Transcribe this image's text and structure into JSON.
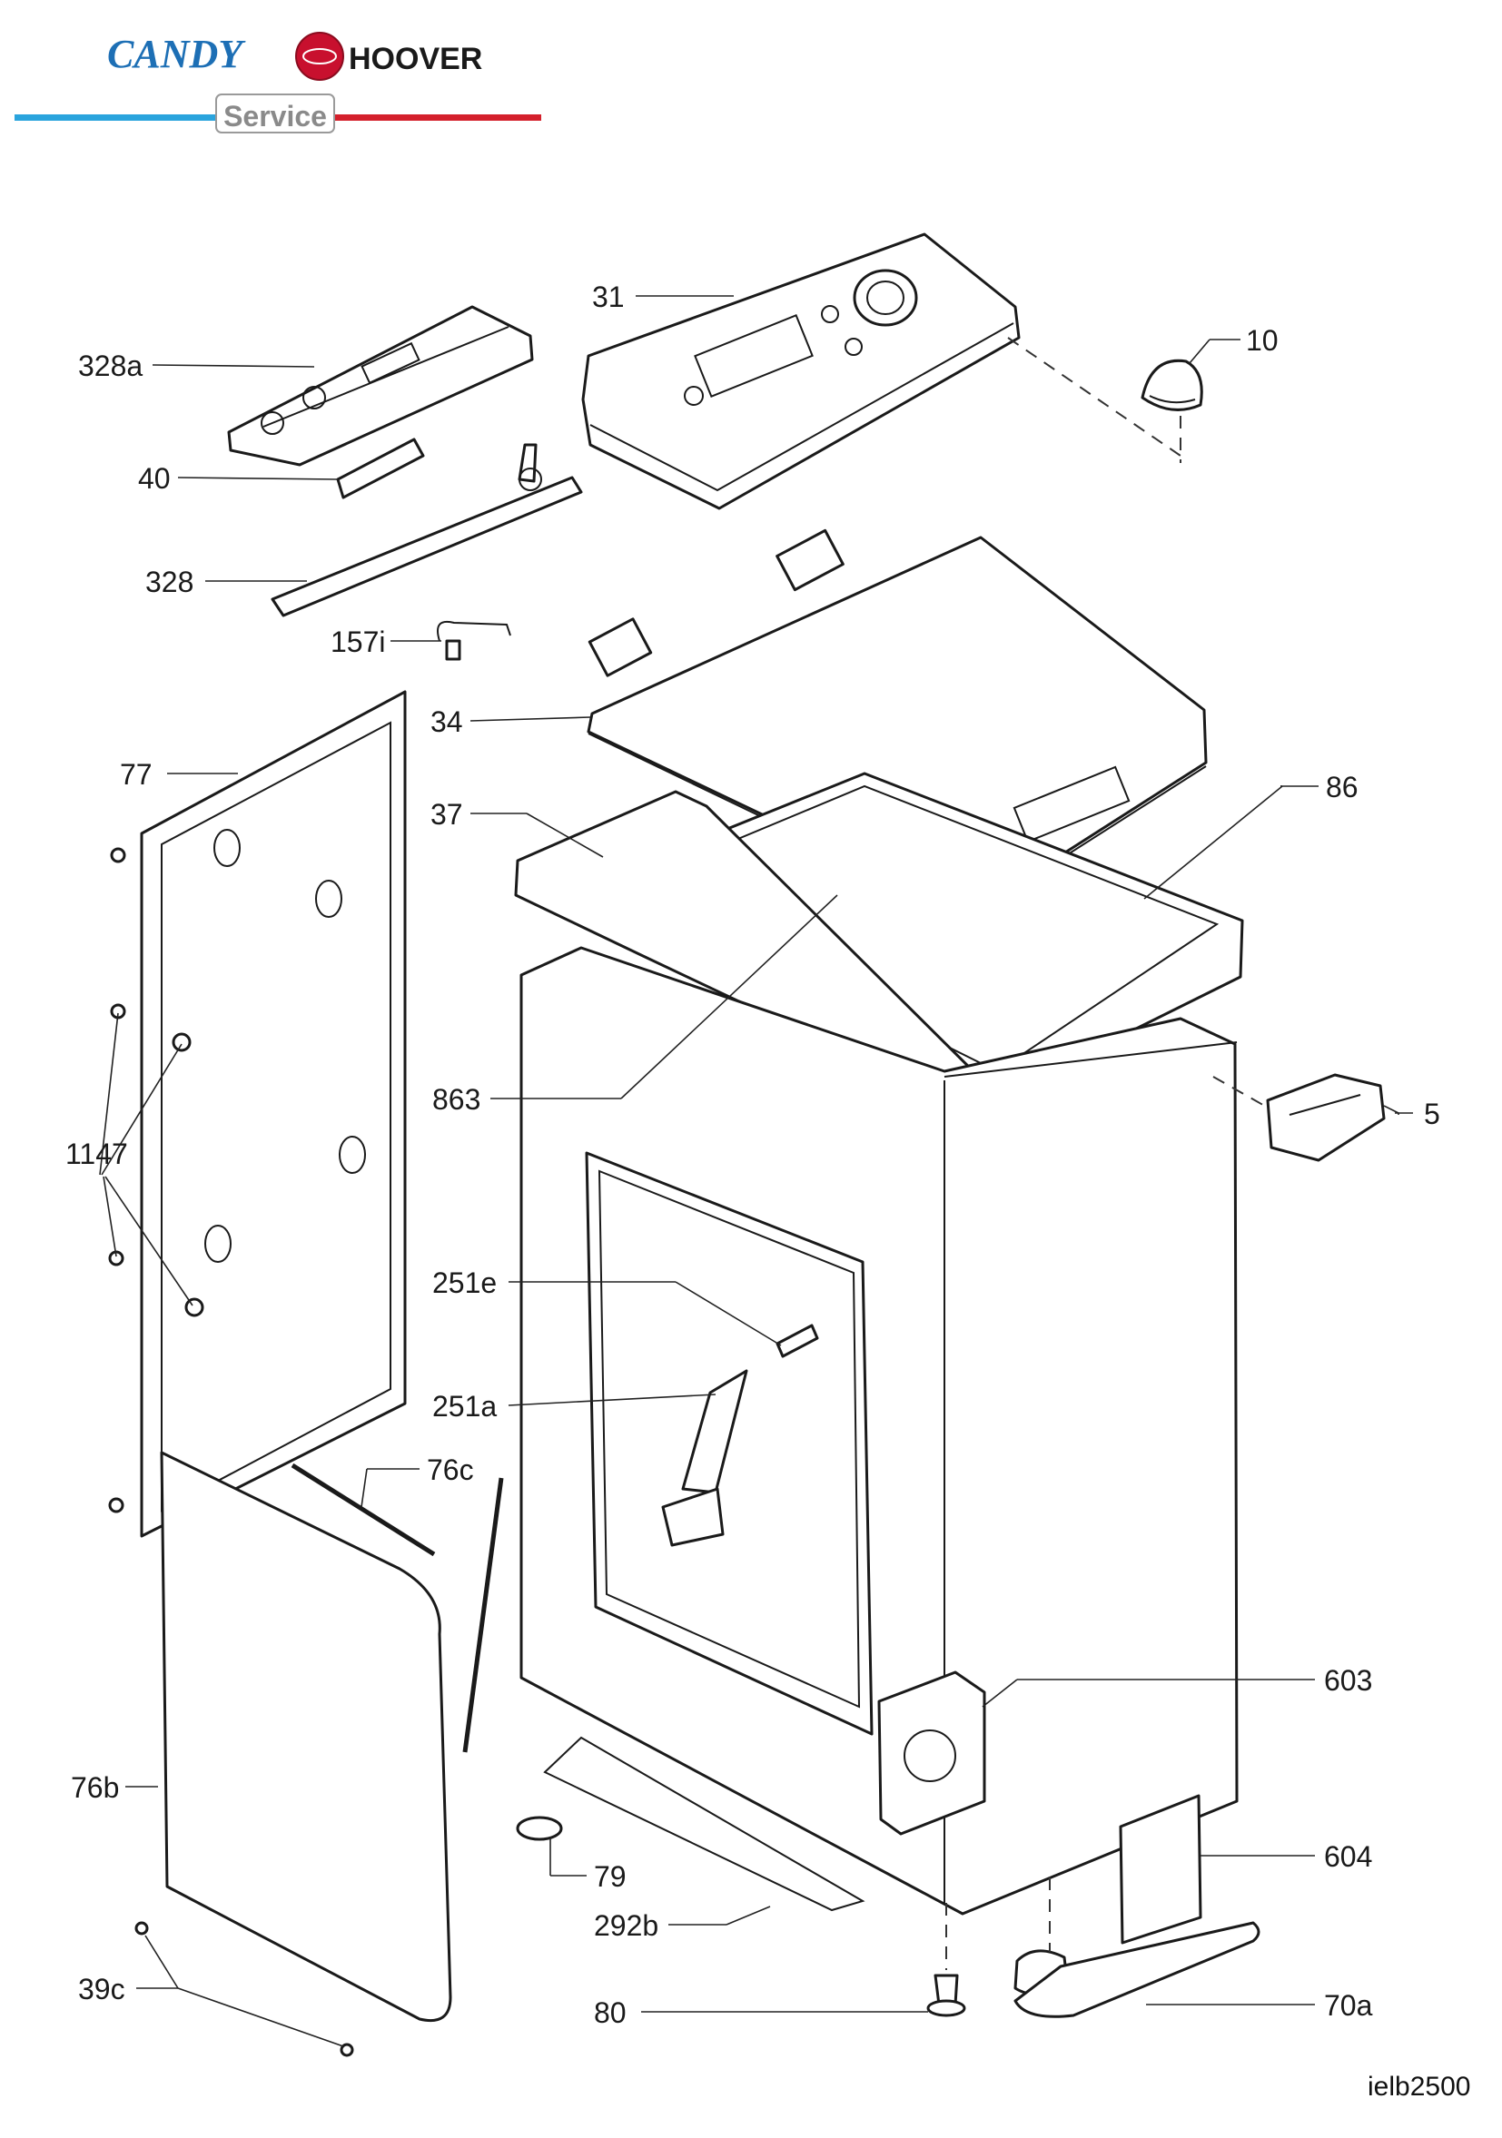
{
  "header": {
    "brand_left": "CANDY",
    "brand_right": "HOOVER",
    "service_label": "Service",
    "colors": {
      "candy_blue": "#1d6fb5",
      "hoover_red": "#c8102e",
      "bar_blue": "#2aa4dd",
      "bar_red": "#d4202c",
      "service_gray": "#8a8a8a"
    }
  },
  "footer": {
    "doc_id": "ielb2500"
  },
  "callouts": [
    {
      "id": "31",
      "label": "31"
    },
    {
      "id": "10",
      "label": "10"
    },
    {
      "id": "328a",
      "label": "328a"
    },
    {
      "id": "40",
      "label": "40"
    },
    {
      "id": "328",
      "label": "328"
    },
    {
      "id": "157i",
      "label": "157i"
    },
    {
      "id": "34",
      "label": "34"
    },
    {
      "id": "77",
      "label": "77"
    },
    {
      "id": "37",
      "label": "37"
    },
    {
      "id": "86",
      "label": "86"
    },
    {
      "id": "863",
      "label": "863"
    },
    {
      "id": "5",
      "label": "5"
    },
    {
      "id": "1147",
      "label": "1147"
    },
    {
      "id": "251e",
      "label": "251e"
    },
    {
      "id": "251a",
      "label": "251a"
    },
    {
      "id": "76c",
      "label": "76c"
    },
    {
      "id": "603",
      "label": "603"
    },
    {
      "id": "76b",
      "label": "76b"
    },
    {
      "id": "604",
      "label": "604"
    },
    {
      "id": "79",
      "label": "79"
    },
    {
      "id": "292b",
      "label": "292b"
    },
    {
      "id": "39c",
      "label": "39c"
    },
    {
      "id": "80",
      "label": "80"
    },
    {
      "id": "70a",
      "label": "70a"
    }
  ]
}
